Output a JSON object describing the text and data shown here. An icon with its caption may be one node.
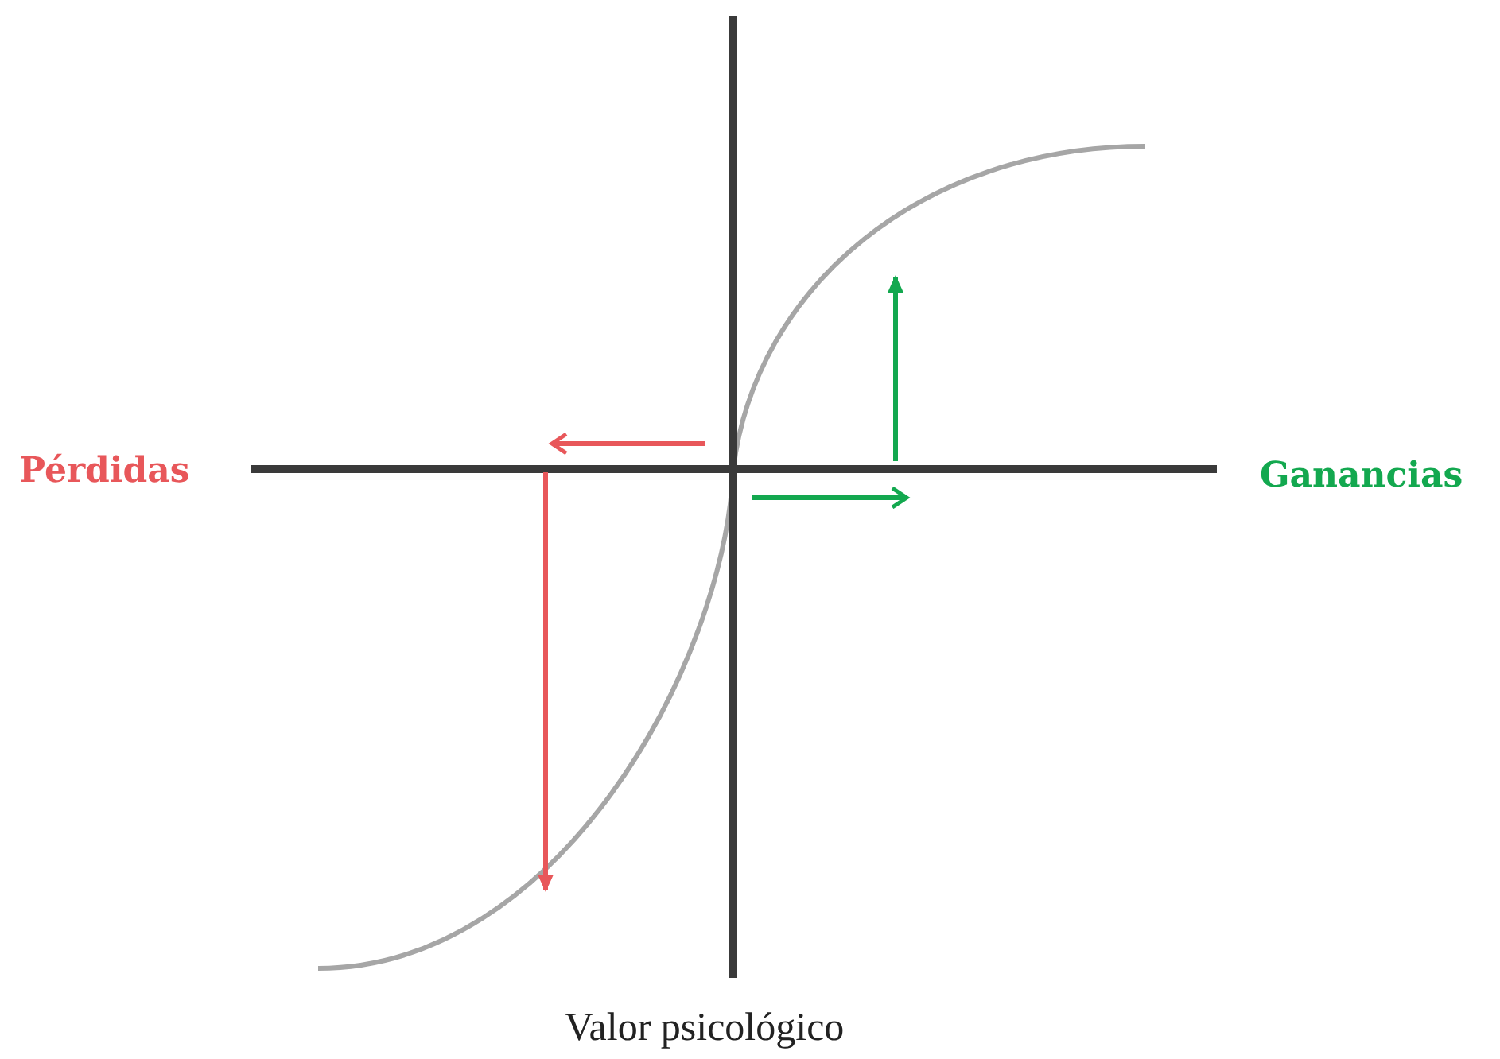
{
  "diagram": {
    "labels": [
      "Pérdidas",
      "Ganancias",
      "Valor psicológico"
    ]
  }
}
